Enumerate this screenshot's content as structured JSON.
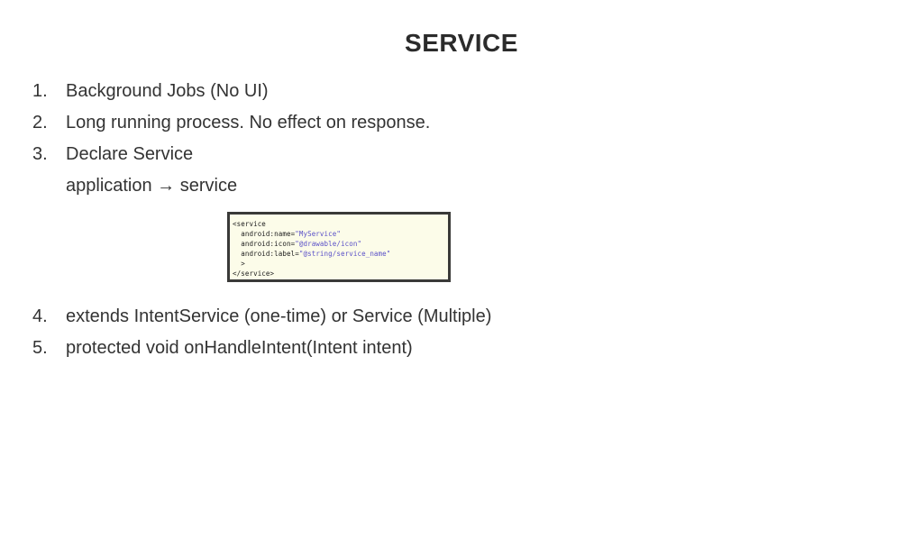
{
  "slide": {
    "title": "SERVICE",
    "background_color": "#ffffff",
    "text_color": "#333333"
  },
  "list_upper": [
    {
      "number": "1.",
      "text": "Background Jobs (No UI)"
    },
    {
      "number": "2.",
      "text": "Long running process. No effect on response."
    },
    {
      "number": "3.",
      "text": "Declare Service",
      "sub": "application → service"
    }
  ],
  "list_lower": [
    {
      "number": "4.",
      "text": "extends IntentService (one-time) or Service (Multiple)"
    },
    {
      "number": "5.",
      "text": "protected void onHandleIntent(Intent intent)"
    }
  ],
  "code_figure": {
    "background_color": "#fcfce9",
    "border_color": "#3a3a38",
    "string_color": "#5a50c8",
    "lines": [
      {
        "code": "<service",
        "string": ""
      },
      {
        "code": "  android:name=",
        "string": "\"MyService\""
      },
      {
        "code": "  android:icon=",
        "string": "\"@drawable/icon\""
      },
      {
        "code": "  android:label=",
        "string": "\"@string/service_name\""
      },
      {
        "code": "  >",
        "string": ""
      },
      {
        "code": "</service>",
        "string": ""
      }
    ]
  }
}
